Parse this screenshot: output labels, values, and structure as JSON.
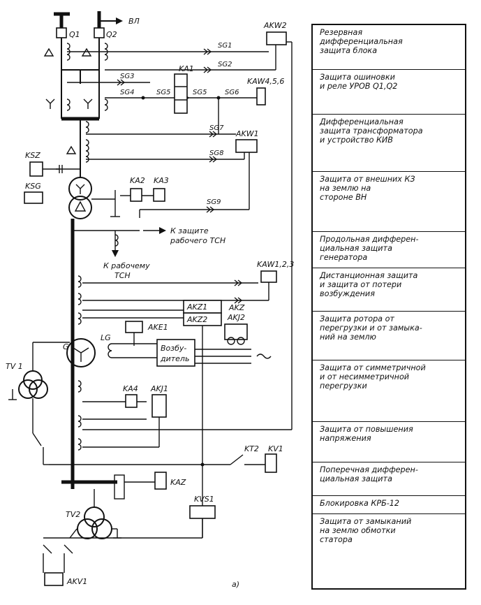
{
  "labels": {
    "vl": "ВЛ",
    "q1": "Q1",
    "q2": "Q2",
    "akw2": "AKW2",
    "sg1": "SG1",
    "sg2": "SG2",
    "sg3": "SG3",
    "sg4": "SG4",
    "sg5": "SG5",
    "sg6": "SG6",
    "sg7": "SG7",
    "sg8": "SG8",
    "sg9": "SG9",
    "ka1": "KA1",
    "kaw456": "KAW4,5,6",
    "akw1": "AKW1",
    "ksz": "KSZ",
    "ksg": "KSG",
    "ka2": "KA2",
    "ka3": "KA3",
    "tsn_prot_1": "К защите",
    "tsn_prot_2": "рабочего ТСН",
    "tsn_work_1": "К рабочему",
    "tsn_work_2": "ТСН",
    "kaw123": "KAW1,2,3",
    "akz1": "AKZ1",
    "akz2": "AKZ2",
    "akz": "AKZ",
    "akj2": "AKJ2",
    "ake1": "AKE1",
    "lg": "LG",
    "exciter_1": "Возбу-",
    "exciter_2": "дитель",
    "g": "G",
    "tv1": "TV 1",
    "ka4": "KA4",
    "akj1": "AKJ1",
    "kt2": "KT2",
    "kv1": "KV1",
    "kaz": "KAZ",
    "kvs1": "KVS1",
    "tv2": "TV2",
    "akv1": "AKV1",
    "caption": "а)"
  },
  "legend": [
    "Резервная\nдифференциальная\nзащита блока",
    "Защита ошиновки\nи реле УРОВ Q1,Q2",
    "Дифференциальная\nзащита трансформатора\nи устройство КИВ",
    "Защита от внешних КЗ\nна землю на\nстороне ВН",
    "Продольная дифферен-\nциальная защита\nгенератора",
    "Дистанционная защита\nи защита от потери\nвозбуждения",
    "Защита ротора от\nперегрузки и от замыка-\nний на землю",
    "Защита от симметричной\nи от несимметричной\nперегрузки",
    "Защита от повышения\nнапряжения",
    "Поперечная дифферен-\nциальная защита",
    "Блокировка КРБ-12",
    "Защита от замыканий\nна землю обмотки\nстатора"
  ]
}
